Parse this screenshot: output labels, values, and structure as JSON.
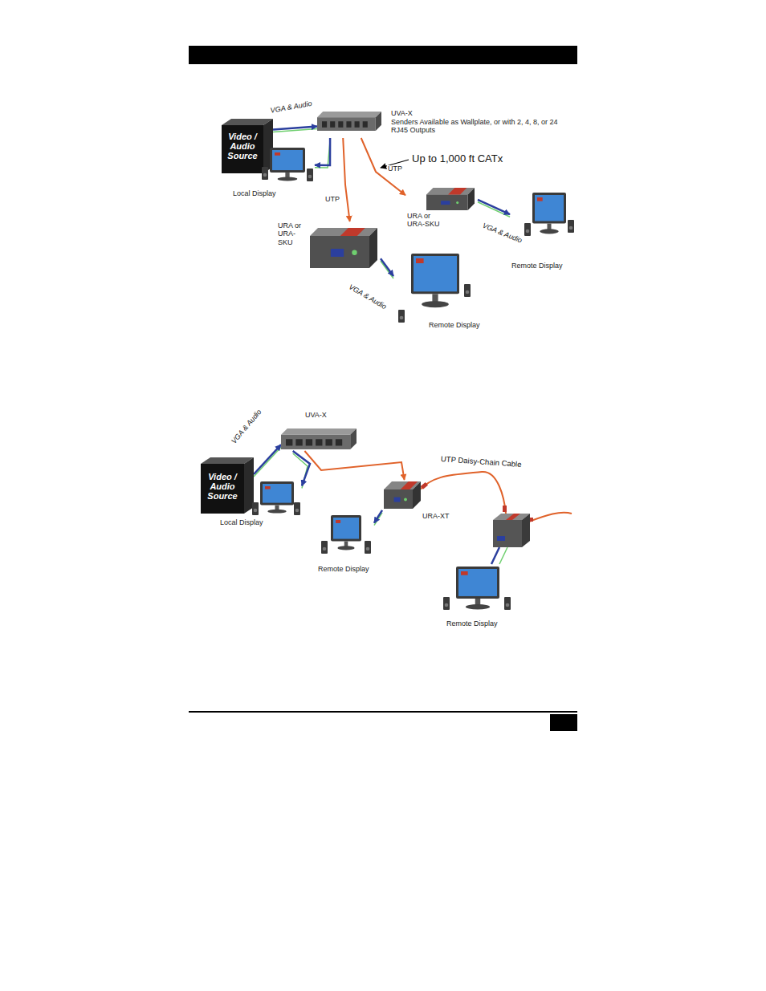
{
  "diagram": {
    "nodes": [
      {
        "text": [
          "Video / Audio Source"
        ]
      },
      {
        "text": [
          "UVA-X",
          "Senders Available as Wallplate, or with 2, 4, 8, or 24 RJ45 Outputs"
        ]
      },
      {
        "text": [
          "Local Display"
        ]
      },
      {
        "text": [
          "URA or URA-SKU"
        ]
      },
      {
        "text": [
          "Remote Display"
        ]
      },
      {
        "text": [
          "URA or URA-SKU"
        ]
      },
      {
        "text": [
          "Remote Display"
        ]
      },
      {
        "text": [
          "Video / Audio Source"
        ]
      },
      {
        "text": [
          "UVA-X"
        ]
      },
      {
        "text": [
          "Local Display"
        ]
      },
      {
        "text": [
          "URA-XT"
        ]
      },
      {
        "text": [
          "Remote Display"
        ]
      },
      {
        "text": [
          "Remote Display"
        ]
      }
    ],
    "edges": [
      {
        "from": 0,
        "to": 1,
        "arrow": "to",
        "label": "VGA & Audio"
      },
      {
        "from": 1,
        "to": 2,
        "arrow": "to"
      },
      {
        "from": 1,
        "to": 3,
        "arrow": "to",
        "label": "UTP"
      },
      {
        "from": 3,
        "to": 4,
        "arrow": "to",
        "label": "VGA & Audio"
      },
      {
        "from": 1,
        "to": 5,
        "arrow": "to",
        "label": "UTP"
      },
      {
        "from": 5,
        "to": 6,
        "arrow": "to",
        "label": "VGA & Audio"
      },
      {
        "from": 7,
        "to": 8,
        "arrow": "to",
        "label": "VGA & Audio"
      },
      {
        "from": 8,
        "to": 9,
        "arrow": "to"
      },
      {
        "from": 8,
        "to": 10,
        "arrow": "to"
      },
      {
        "from": 10,
        "to": 11,
        "arrow": "to"
      }
    ],
    "labels": [
      "Up to 1,000 ft CATx",
      "UTP Daisy-Chain Cable"
    ]
  }
}
